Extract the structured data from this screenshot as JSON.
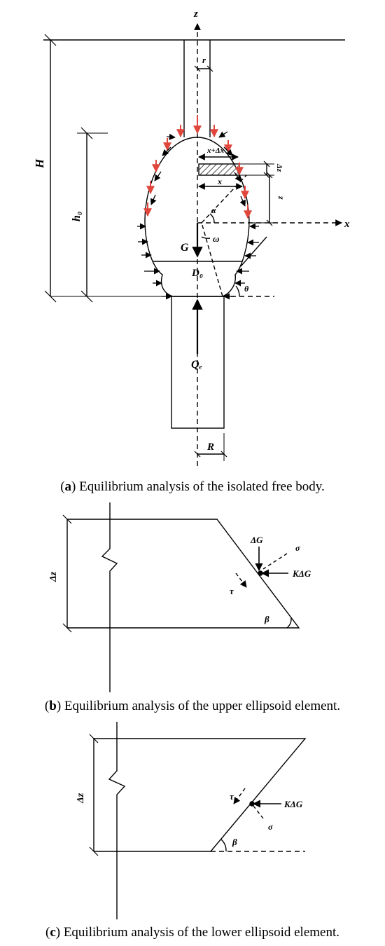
{
  "panel_a": {
    "labels": {
      "z": "z",
      "x": "x",
      "H": "H",
      "h0": "h₀",
      "r": "r",
      "x_plus_dx": "x+Δx",
      "dz": "Δz",
      "z_dim": "z",
      "x_dim": "x",
      "alpha": "α",
      "omega": "ω",
      "G": "G",
      "D0": "D₀",
      "theta": "θ",
      "Qe": "Qₑ",
      "R": "R"
    },
    "caption": {
      "letter": "a",
      "text": " Equilibrium analysis of the isolated free body."
    }
  },
  "panel_b": {
    "labels": {
      "dz": "Δz",
      "dG": "ΔG",
      "sigma": "σ",
      "KdG": "KΔG",
      "tau": "τ",
      "beta": "β"
    },
    "caption": {
      "letter": "b",
      "text": " Equilibrium analysis of the upper ellipsoid element."
    }
  },
  "panel_c": {
    "labels": {
      "dz": "Δz",
      "tau": "τ",
      "KdG": "KΔG",
      "sigma": "σ",
      "beta": "β"
    },
    "caption": {
      "letter": "c",
      "text": " Equilibrium analysis of the lower ellipsoid element."
    }
  },
  "colors": {
    "ink": "#000000",
    "load_arrow": "#e0463c"
  }
}
